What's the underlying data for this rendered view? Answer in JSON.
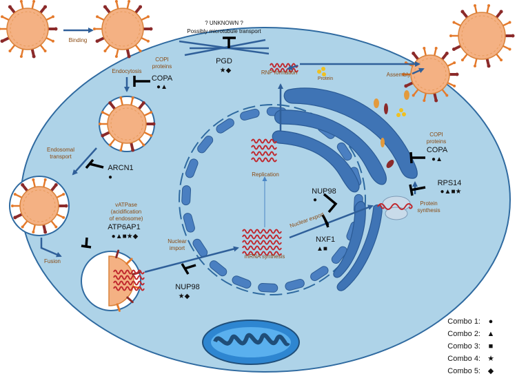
{
  "labels": {
    "binding": "Binding",
    "endocytosis": "Endocytosis",
    "copi_left": [
      "COPI",
      "proteins"
    ],
    "copa_left": "COPA",
    "copa_left_sym": "●▲",
    "endosomal_transport": [
      "Endosomal",
      "transport"
    ],
    "arcn1": "ARCN1",
    "arcn1_sym": "●",
    "vatpase": [
      "vATPase",
      "(acidification",
      "of endosome)"
    ],
    "atp6ap1": "ATP6AP1",
    "atp6ap1_sym": "●▲■★◆",
    "fusion": "Fusion",
    "unknown": "? UNKNOWN ?",
    "microtubule": "Possibly microtubule transport",
    "pgd": "PGD",
    "pgd_sym": "★◆",
    "rnp_formation": "RNP formation",
    "protein": "Protein",
    "assembly": "Assembly",
    "replication": "Replication",
    "copi_right": [
      "COPI",
      "proteins"
    ],
    "copa_right": "COPA",
    "copa_right_sym": "●▲",
    "nup98_top": "NUP98",
    "nup98_top_sym": "●",
    "rps14": "RPS14",
    "rps14_sym": "●▲■★",
    "protein_synthesis": [
      "Protein",
      "synthesis"
    ],
    "nuclear_export": "Nuclear export",
    "nxf1": "NXF1",
    "nxf1_sym": "▲■",
    "nuclear_import": [
      "Nuclear",
      "import"
    ],
    "mrna_synthesis": "mRNA synthesis",
    "nup98_bottom": "NUP98",
    "nup98_bottom_sym": "★◆"
  },
  "legend": [
    {
      "label": "Combo 1:",
      "symbol": "●"
    },
    {
      "label": "Combo 2:",
      "symbol": "▲"
    },
    {
      "label": "Combo 3:",
      "symbol": "■"
    },
    {
      "label": "Combo 4:",
      "symbol": "★"
    },
    {
      "label": "Combo 5:",
      "symbol": "◆"
    }
  ],
  "colors": {
    "cytoplasm": "#aed3e8",
    "cell_border": "#2f6aa0",
    "er": "#3f74b5",
    "virus_capsid": "#f4b183",
    "virus_spike": "#8b2a2a",
    "rna": "#c0272d",
    "mito_outer": "#2f75b5",
    "mito_inner": "#1f4e79",
    "arrow": "#2f5f99"
  }
}
